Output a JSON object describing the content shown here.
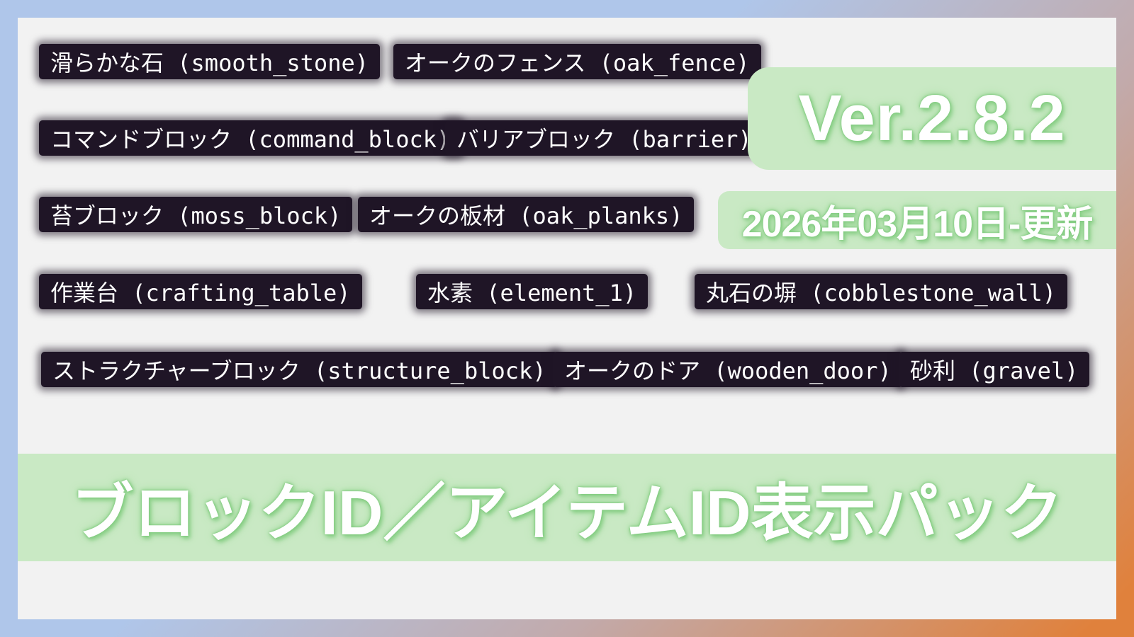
{
  "colors": {
    "border-blue": "#afc6ea",
    "border-orange": "#e0813c",
    "inner-bg": "#f2f2f2",
    "chip-bg": "#1f1526",
    "chip-text": "#ffffff",
    "badge-green": "#c9e9c4",
    "glow-green": "#7ac879"
  },
  "badges": {
    "version": "Ver.2.8.2",
    "updated": "2026年03月10日-更新"
  },
  "title_banner": "ブロックID／アイテムID表示パック",
  "chips": [
    {
      "label": "滑らかな石 (smooth_stone)"
    },
    {
      "label": "オークのフェンス (oak_fence)"
    },
    {
      "label": "コマンドブロック (command_block)"
    },
    {
      "label": "バリアブロック (barrier)"
    },
    {
      "label": "苔ブロック (moss_block)"
    },
    {
      "label": "オークの板材 (oak_planks)"
    },
    {
      "label": "作業台 (crafting_table)"
    },
    {
      "label": "水素 (element_1)"
    },
    {
      "label": "丸石の塀 (cobblestone_wall)"
    },
    {
      "label": "ストラクチャーブロック (structure_block)"
    },
    {
      "label": "オークのドア (wooden_door)"
    },
    {
      "label": "砂利 (gravel)"
    }
  ]
}
